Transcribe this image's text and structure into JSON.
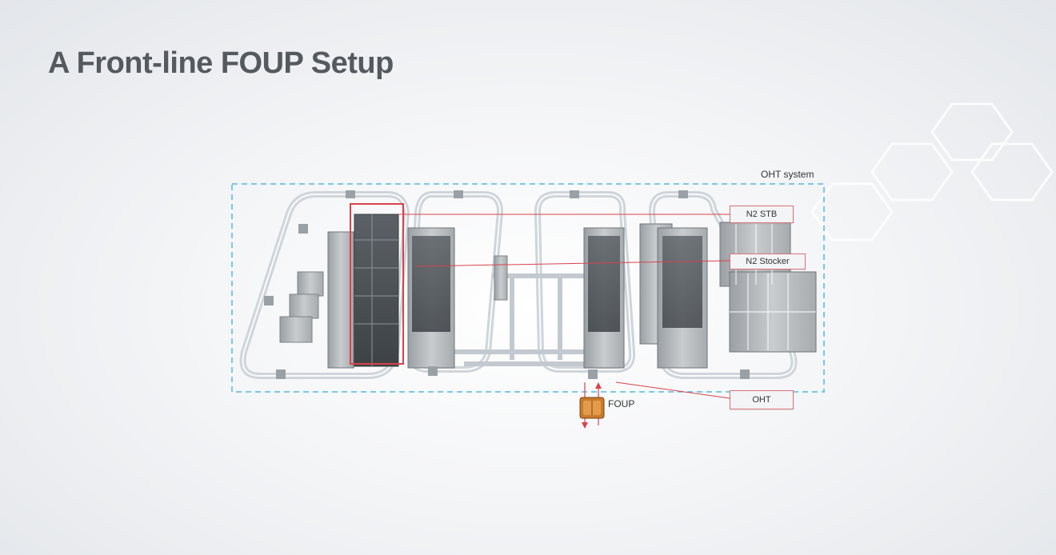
{
  "slide": {
    "title": "A Front-line FOUP Setup"
  },
  "diagram": {
    "system_label": "OHT system",
    "callouts": {
      "n2_stb": "N2 STB",
      "n2_stocker": "N2 Stocker",
      "oht": "OHT"
    },
    "foup_label": "FOUP"
  },
  "colors": {
    "system_border": "#4fb9e6",
    "callout_line": "#d8434b",
    "track": "#d3d8dd",
    "equipment": "#b9bdc0"
  }
}
